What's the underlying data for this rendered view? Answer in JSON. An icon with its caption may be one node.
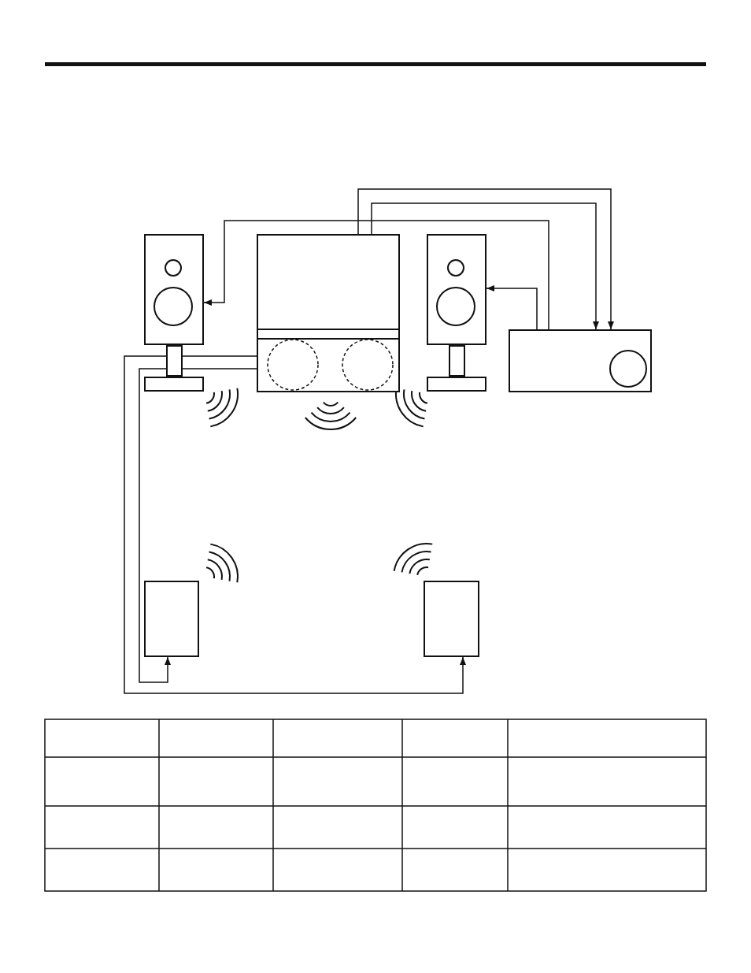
{
  "diagram": {
    "nodes": [
      {
        "text": [],
        "shape": "box"
      },
      {
        "text": [],
        "shape": "box"
      },
      {
        "text": [],
        "shape": "box"
      },
      {
        "text": [],
        "shape": "box"
      },
      {
        "text": [],
        "shape": "box"
      },
      {
        "text": [],
        "shape": "box"
      }
    ],
    "edges": [
      {
        "from": 1,
        "to": 3,
        "arrow": "to"
      },
      {
        "from": 1,
        "to": 3,
        "arrow": "to"
      },
      {
        "from": 3,
        "to": 0,
        "arrow": "to"
      },
      {
        "from": 3,
        "to": 2,
        "arrow": "to"
      },
      {
        "from": 1,
        "to": 4,
        "arrow": "to"
      },
      {
        "from": 1,
        "to": 5,
        "arrow": "to"
      }
    ]
  }
}
